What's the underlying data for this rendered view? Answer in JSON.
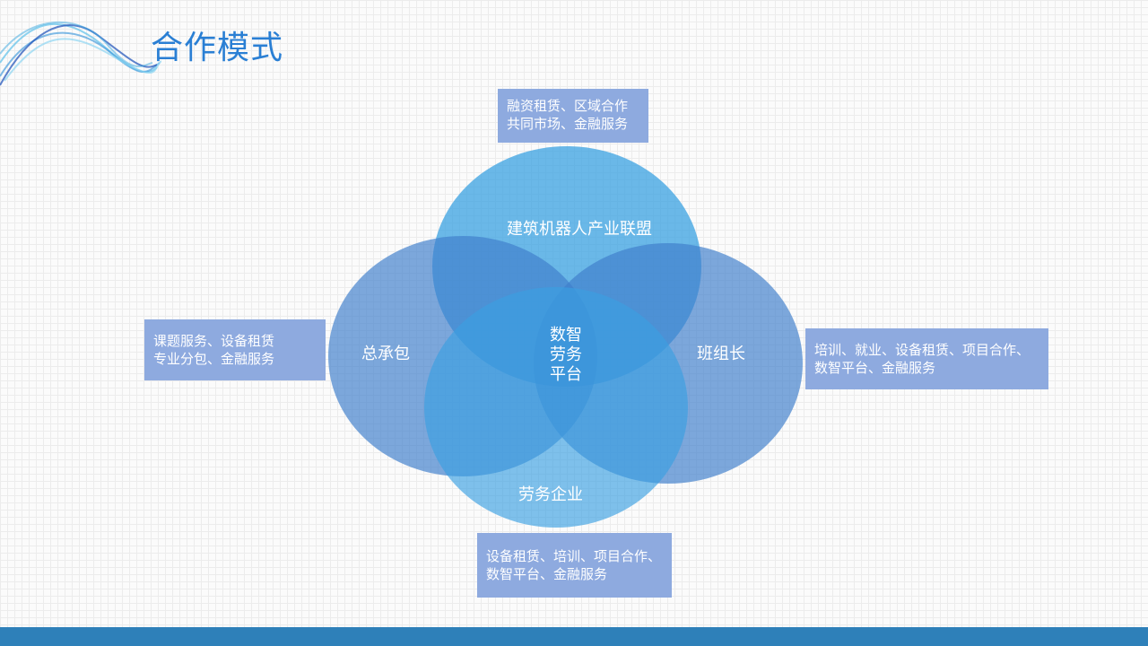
{
  "title": "合作模式",
  "center": {
    "line1": "数智",
    "line2": "劳务",
    "line3": "平台"
  },
  "circles": {
    "top": "建筑机器人产业联盟",
    "left": "总承包",
    "right": "班组长",
    "bottom": "劳务企业"
  },
  "boxes": {
    "top": {
      "line1": "融资租赁、区域合作",
      "line2": "共同市场、金融服务"
    },
    "left": {
      "line1": "课题服务、设备租赁",
      "line2": "专业分包、金融服务"
    },
    "right": {
      "line1": "培训、就业、设备租赁、项目合作、",
      "line2": "数智平台、金融服务"
    },
    "bottom": {
      "line1": "设备租赁、培训、项目合作、",
      "line2": "数智平台、金融服务"
    }
  },
  "colors": {
    "title": "#2a7fd4",
    "box": "#8eaadf",
    "footer": "#2e80b9"
  }
}
